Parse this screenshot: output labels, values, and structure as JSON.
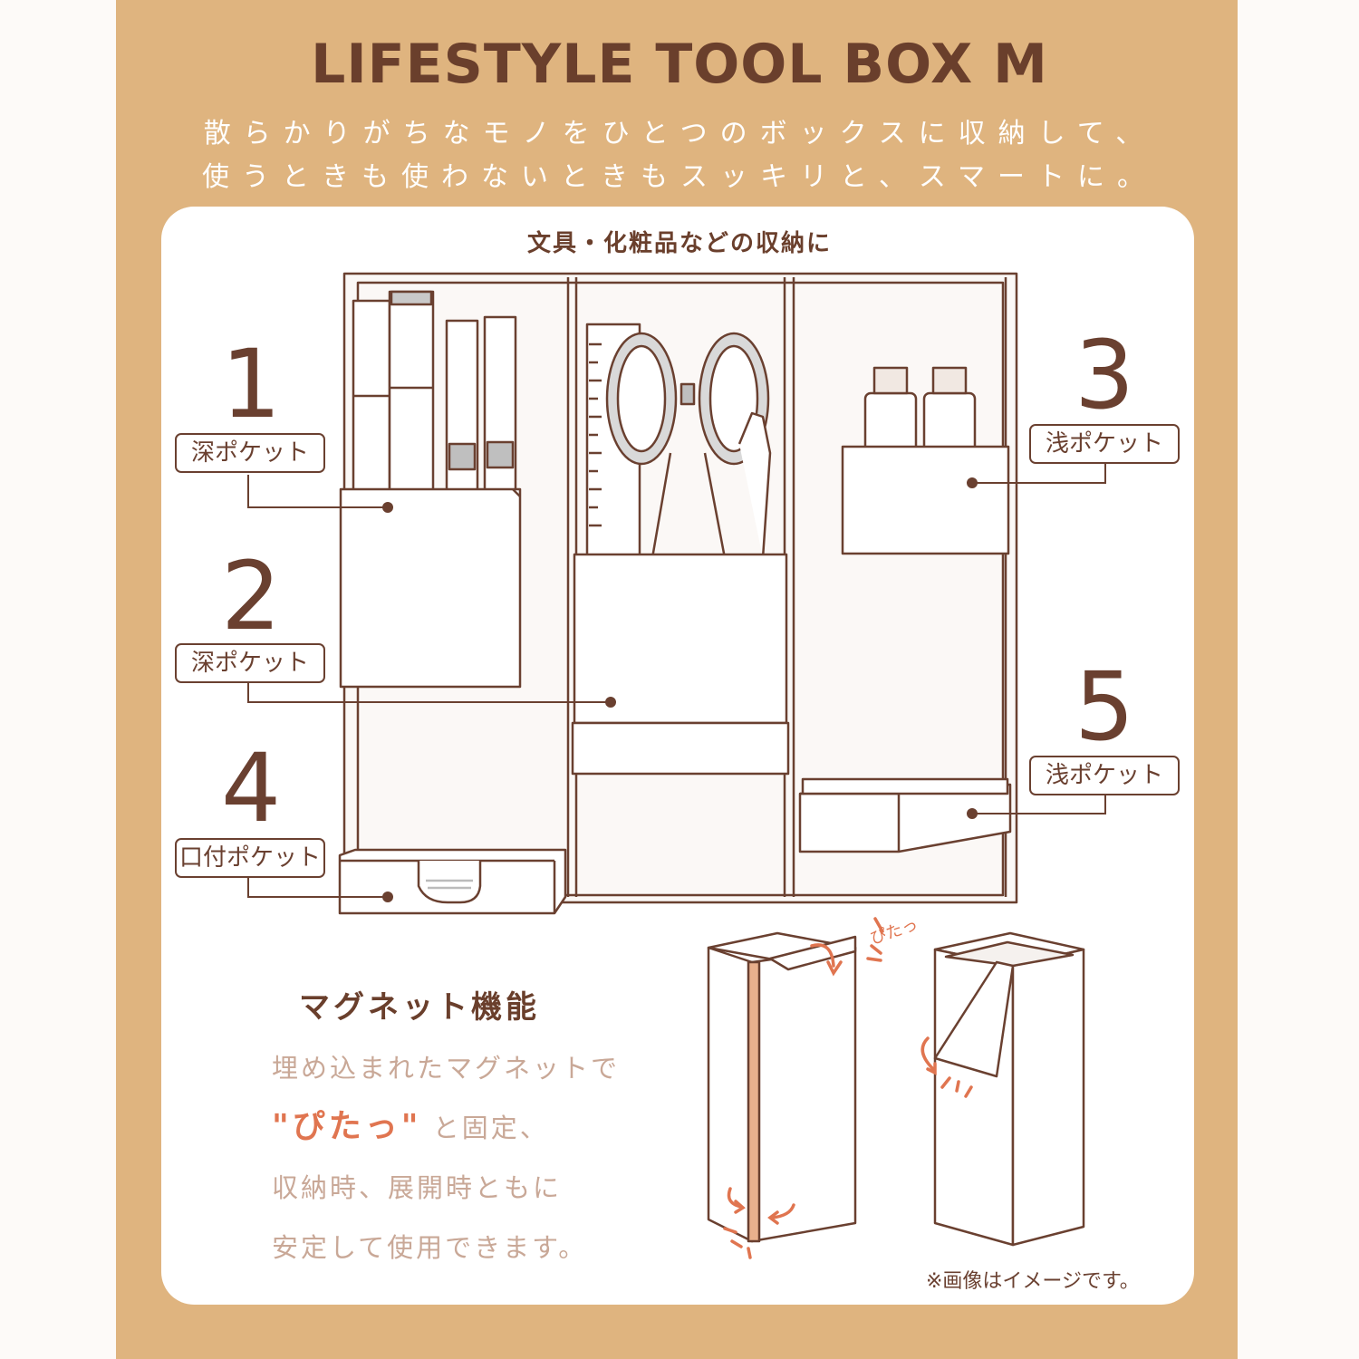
{
  "title": "LIFESTYLE TOOL BOX M",
  "subtitle_lines": [
    "散らかりがちなモノをひとつのボックスに収納して、",
    "使うときも使わないときもスッキリと、スマートに。"
  ],
  "section_heading": "文具・化粧品などの収納に",
  "pockets": [
    {
      "number": "1",
      "label": "深ポケット"
    },
    {
      "number": "2",
      "label": "深ポケット"
    },
    {
      "number": "3",
      "label": "浅ポケット"
    },
    {
      "number": "4",
      "label": "口付ポケット"
    },
    {
      "number": "5",
      "label": "浅ポケット"
    }
  ],
  "magnet": {
    "title": "マグネット機能",
    "line1": "埋め込まれたマグネットで",
    "accent": "\"ぴたっ\"",
    "line2_suffix": "と固定、",
    "line3": "収納時、展開時ともに",
    "line4": "安定して使用できます。",
    "sound": "ぴたっ"
  },
  "note": "※画像はイメージです。",
  "colors": {
    "panel": "#dfb47f",
    "brown": "#6a3f2c",
    "accent": "#e07550"
  }
}
